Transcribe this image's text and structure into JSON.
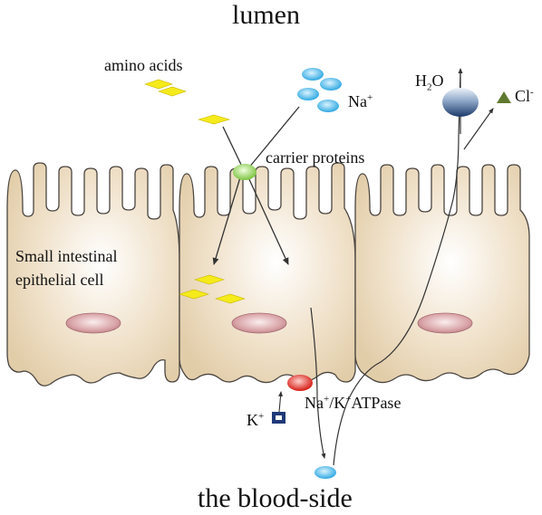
{
  "labels": {
    "lumen": "lumen",
    "blood_side": "the blood-side",
    "amino_acids": "amino acids",
    "na_base": "Na",
    "na_charge": "+",
    "carrier_proteins": "carrier proteins",
    "h": "H",
    "two": "2",
    "o": "O",
    "cl_base": "Cl",
    "cl_charge": "-",
    "cell_line1": "Small intestinal",
    "cell_line2": "epithelial cell",
    "atpase_na": "Na",
    "atpase_plus1": "+",
    "atpase_k": "/K",
    "atpase_plus2": "+",
    "atpase_rest": "ATPase",
    "k_base": "K",
    "k_charge": "+"
  },
  "colors": {
    "cell_fill": "#ecdcc2",
    "cell_stroke": "#4a4540",
    "nucleus": "#d7a0a4",
    "amino_acid": "#f5ea1a",
    "sodium": "#3fb3e6",
    "carrier": "#93d45a",
    "pump": "#e0201a",
    "water": "#2a4a7a",
    "chloride": "#5f7a2e",
    "potassium": "#1f3a78"
  },
  "icons": {
    "amino_acid": "yellow-diamond-icon",
    "sodium": "blue-ellipse-icon",
    "carrier": "green-ellipse-icon",
    "pump": "red-ellipse-icon",
    "water": "navy-ellipse-icon",
    "chloride": "green-triangle-icon",
    "potassium": "navy-square-icon"
  }
}
